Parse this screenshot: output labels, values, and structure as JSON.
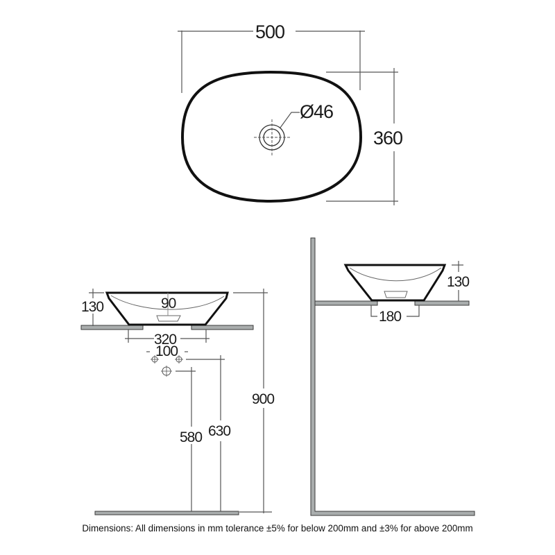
{
  "drawing": {
    "plan_view": {
      "width_label": "500",
      "depth_label": "360",
      "waste_diameter_label": "Ø46"
    },
    "front_view": {
      "height_label": "130",
      "bowl_depth_label": "90",
      "cutout_width_label": "320",
      "tap_spacing_label": "100",
      "waste_height_label": "580",
      "tap_height_label": "630",
      "counter_height_label": "900"
    },
    "side_view": {
      "height_label": "130",
      "cutout_label": "180"
    },
    "colors": {
      "outline": "#111111",
      "dimension_line": "#555555",
      "shelf_fill": "#a9adad"
    }
  },
  "footer": {
    "note": "Dimensions: All dimensions in mm tolerance ±5% for below 200mm and ±3% for above 200mm"
  }
}
